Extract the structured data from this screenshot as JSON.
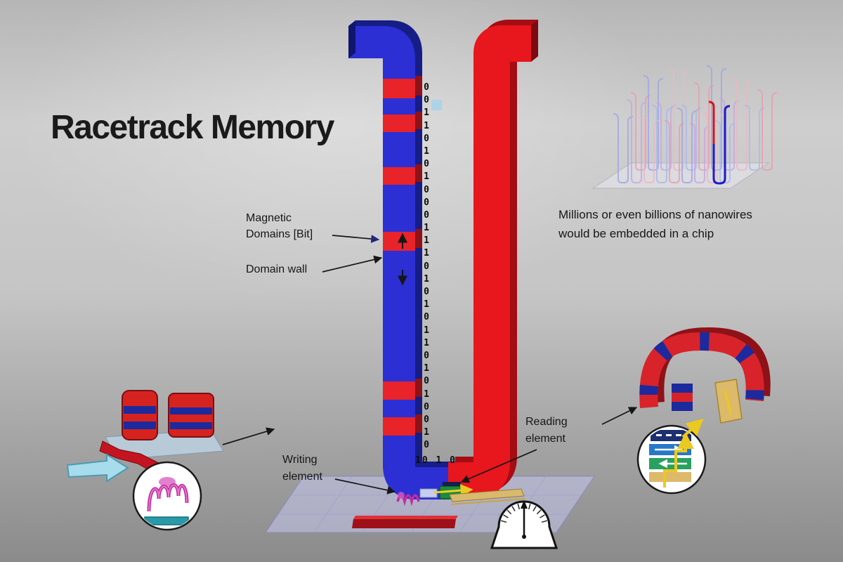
{
  "title": "Racetrack Memory",
  "labels": {
    "magnetic_domains": "Magnetic\nDomains [Bit]",
    "domain_wall": "Domain wall",
    "writing_element": "Writing\nelement",
    "reading_element": "Reading\nelement"
  },
  "caption": {
    "nanowires": "Millions or even billions of nanowires\nwould be embedded in a chip"
  },
  "bit_sequence": {
    "column": [
      "0",
      "0",
      "1",
      "1",
      "0",
      "1",
      "0",
      "1",
      "0",
      "0",
      "0",
      "1",
      "1",
      "1",
      "0",
      "1",
      "0",
      "1",
      "0",
      "1",
      "1",
      "0",
      "1",
      "0",
      "1",
      "0",
      "0",
      "1",
      "0"
    ],
    "bottom_row": "10 1 0"
  },
  "colors": {
    "domain_blue": "#2b2fd4",
    "domain_red": "#e8232a",
    "wire_red": "#e8161d",
    "nanowire_highlight_blue": "#1c1cc8",
    "nanowire_highlight_red": "#d41420",
    "chip_platform": "#c4c6ee",
    "background_top": "#b6b6b6",
    "background_bottom": "#8b8b8b"
  }
}
